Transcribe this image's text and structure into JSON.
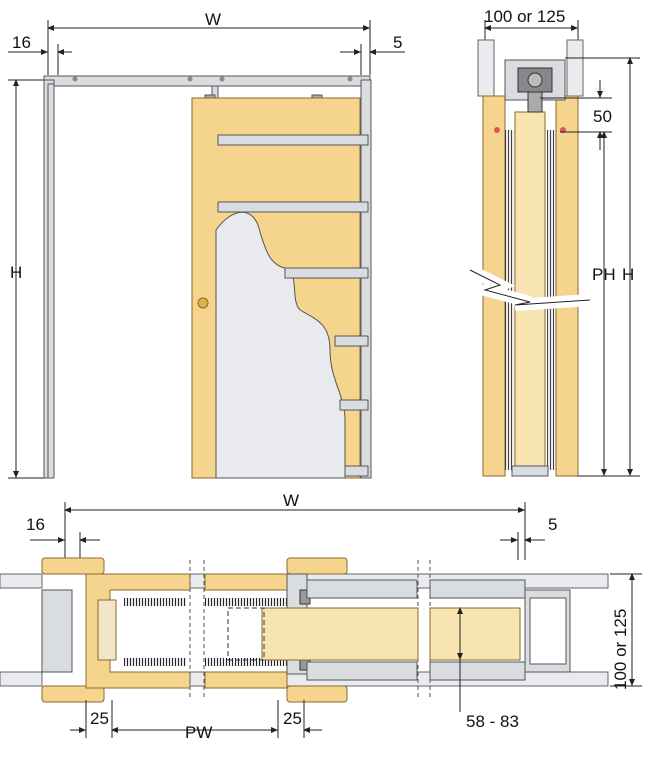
{
  "labels": {
    "elev_w": "W",
    "elev_16": "16",
    "elev_5": "5",
    "elev_h": "H",
    "sec_thickness": "100 or 125",
    "sec_50": "50",
    "sec_ph": "PH",
    "sec_h": "H",
    "plan_w": "W",
    "plan_16": "16",
    "plan_5": "5",
    "plan_thickness": "100 or 125",
    "plan_25_left": "25",
    "plan_pw": "PW",
    "plan_25_right": "25",
    "plan_58_83": "58 - 83"
  },
  "colors": {
    "wood": "#f5d58d",
    "steel": "#d9dde2",
    "wall": "#e9ebee",
    "door_cutaway": "#e8eaee"
  }
}
